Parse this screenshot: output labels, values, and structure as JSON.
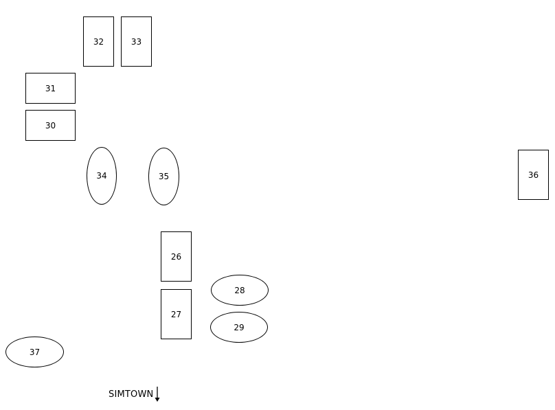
{
  "colors": {
    "background": "#ffffff",
    "stroke": "#000000",
    "text": "#000000"
  },
  "tables": {
    "t32": {
      "label": "32",
      "shape": "rectangle"
    },
    "t33": {
      "label": "33",
      "shape": "rectangle"
    },
    "t31": {
      "label": "31",
      "shape": "rectangle"
    },
    "t30": {
      "label": "30",
      "shape": "rectangle"
    },
    "t34": {
      "label": "34",
      "shape": "ellipse"
    },
    "t35": {
      "label": "35",
      "shape": "ellipse"
    },
    "t36": {
      "label": "36",
      "shape": "rectangle"
    },
    "t26": {
      "label": "26",
      "shape": "rectangle"
    },
    "t27": {
      "label": "27",
      "shape": "rectangle"
    },
    "t28": {
      "label": "28",
      "shape": "ellipse"
    },
    "t29": {
      "label": "29",
      "shape": "ellipse"
    },
    "t37": {
      "label": "37",
      "shape": "ellipse"
    }
  },
  "exit": {
    "label": "SIMTOWN",
    "icon": "arrow-down-icon"
  }
}
